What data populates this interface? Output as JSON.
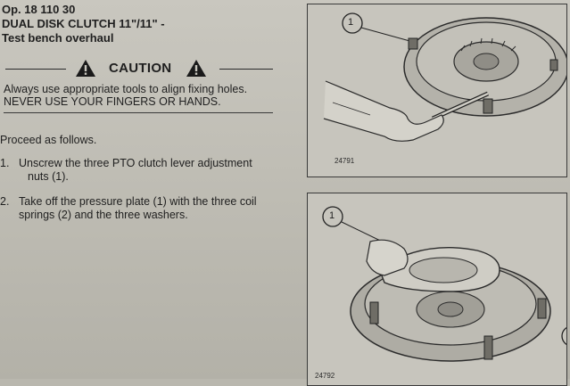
{
  "procedure": {
    "op_number": "Op. 18 110 30",
    "title": "DUAL DISK CLUTCH 11\"/11\" -",
    "subtitle": "Test bench overhaul"
  },
  "caution": {
    "label": "CAUTION",
    "line1": "Always use appropriate tools to align fixing holes.",
    "line2": "NEVER USE YOUR FINGERS OR HANDS."
  },
  "intro": "Proceed as follows.",
  "steps": [
    {
      "number": "1.",
      "line1": "Unscrew the three PTO clutch lever adjustment",
      "line2": "nuts (1)."
    },
    {
      "number": "2.",
      "line1": "Take off the pressure plate (1) with the three coil",
      "line2": "springs (2) and the three washers."
    }
  ],
  "figures": [
    {
      "id": "24791",
      "callouts": [
        "1"
      ]
    },
    {
      "id": "24792",
      "callouts": [
        "1"
      ]
    }
  ],
  "colors": {
    "paper": "#c8c6be",
    "ink": "#1f1f1f"
  }
}
